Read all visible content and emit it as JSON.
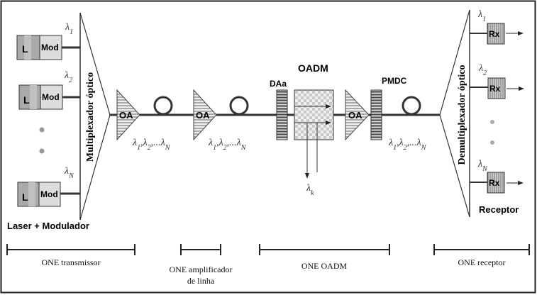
{
  "transmitters": [
    {
      "lambda": "λ1",
      "laser": "L",
      "modulator": "Mod"
    },
    {
      "lambda": "λ2",
      "laser": "L",
      "modulator": "Mod"
    },
    {
      "lambda": "λN",
      "laser": "L",
      "modulator": "Mod"
    }
  ],
  "transmitter_caption": "Laser + Modulador",
  "multiplexer_label": "Multiplexador óptico",
  "demultiplexer_label": "Demultiplexador óptico",
  "amplifier_label": "OA",
  "wavelength_sequence": "λ1,λ2,...λN",
  "oadm_title": "OADM",
  "daa_label": "DAa",
  "pmdc_label": "PMDC",
  "drop_lambda": "λk",
  "receivers": [
    {
      "lambda": "λ1",
      "label": "Rx"
    },
    {
      "lambda": "λ2",
      "label": "Rx"
    },
    {
      "lambda": "λN",
      "label": "Rx"
    }
  ],
  "receiver_caption": "Receptor",
  "sections": {
    "transmitter": "ONE transmissor",
    "line_amplifier_1": "ONE amplificador",
    "line_amplifier_2": "de linha",
    "oadm": "ONE OADM",
    "receiver": "ONE receptor"
  }
}
